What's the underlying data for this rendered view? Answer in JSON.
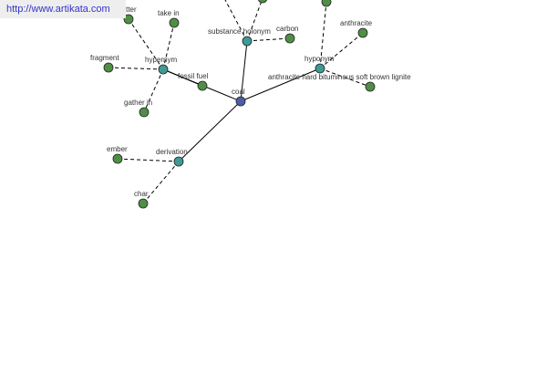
{
  "banner": {
    "url_text": "http://www.artikata.com"
  },
  "colors": {
    "root": "#4a5fa6",
    "relation": "#3e9a94",
    "leaf": "#4f8f45",
    "edge": "#000000"
  },
  "graph": {
    "nodes": [
      {
        "id": "coal",
        "label": "coal",
        "kind": "root"
      },
      {
        "id": "hypernym",
        "label": "hypernym",
        "kind": "relation"
      },
      {
        "id": "substance-holonym",
        "label": "substance holonym",
        "kind": "relation"
      },
      {
        "id": "hyponym",
        "label": "hyponym",
        "kind": "relation"
      },
      {
        "id": "derivation",
        "label": "derivation",
        "kind": "relation"
      },
      {
        "id": "fossil-fuel",
        "label": "fossil fuel",
        "kind": "leaf"
      },
      {
        "id": "matter",
        "label": "matter",
        "kind": "leaf"
      },
      {
        "id": "take-in",
        "label": "take in",
        "kind": "leaf"
      },
      {
        "id": "fragment",
        "label": "fragment",
        "kind": "leaf"
      },
      {
        "id": "gather-in",
        "label": "gather in",
        "kind": "leaf"
      },
      {
        "id": "carbon",
        "label": "carbon",
        "kind": "leaf"
      },
      {
        "id": "anthracite",
        "label": "anthracite",
        "kind": "leaf"
      },
      {
        "id": "anthracite-group",
        "label": "anthracite hard bituminous soft brown lignite",
        "kind": "leaf"
      },
      {
        "id": "ember",
        "label": "ember",
        "kind": "leaf"
      },
      {
        "id": "char",
        "label": "char",
        "kind": "leaf"
      },
      {
        "id": "top-node-1",
        "label": "",
        "kind": "leaf"
      },
      {
        "id": "top-node-2",
        "label": "",
        "kind": "leaf"
      }
    ],
    "edges": [
      {
        "from": "coal",
        "to": "hypernym",
        "style": "solid"
      },
      {
        "from": "coal",
        "to": "substance-holonym",
        "style": "solid"
      },
      {
        "from": "coal",
        "to": "hyponym",
        "style": "solid"
      },
      {
        "from": "coal",
        "to": "derivation",
        "style": "solid"
      },
      {
        "from": "hypernym",
        "to": "fossil-fuel",
        "style": "solid"
      },
      {
        "from": "hypernym",
        "to": "matter",
        "style": "dashed"
      },
      {
        "from": "hypernym",
        "to": "take-in",
        "style": "dashed"
      },
      {
        "from": "hypernym",
        "to": "fragment",
        "style": "dashed"
      },
      {
        "from": "hypernym",
        "to": "gather-in",
        "style": "dashed"
      },
      {
        "from": "substance-holonym",
        "to": "carbon",
        "style": "dashed"
      },
      {
        "from": "substance-holonym",
        "to": "top-node-1",
        "style": "dashed"
      },
      {
        "from": "hyponym",
        "to": "anthracite",
        "style": "dashed"
      },
      {
        "from": "hyponym",
        "to": "anthracite-group",
        "style": "dashed"
      },
      {
        "from": "hyponym",
        "to": "top-node-2",
        "style": "dashed"
      },
      {
        "from": "derivation",
        "to": "ember",
        "style": "dashed"
      },
      {
        "from": "derivation",
        "to": "char",
        "style": "dashed"
      }
    ]
  }
}
